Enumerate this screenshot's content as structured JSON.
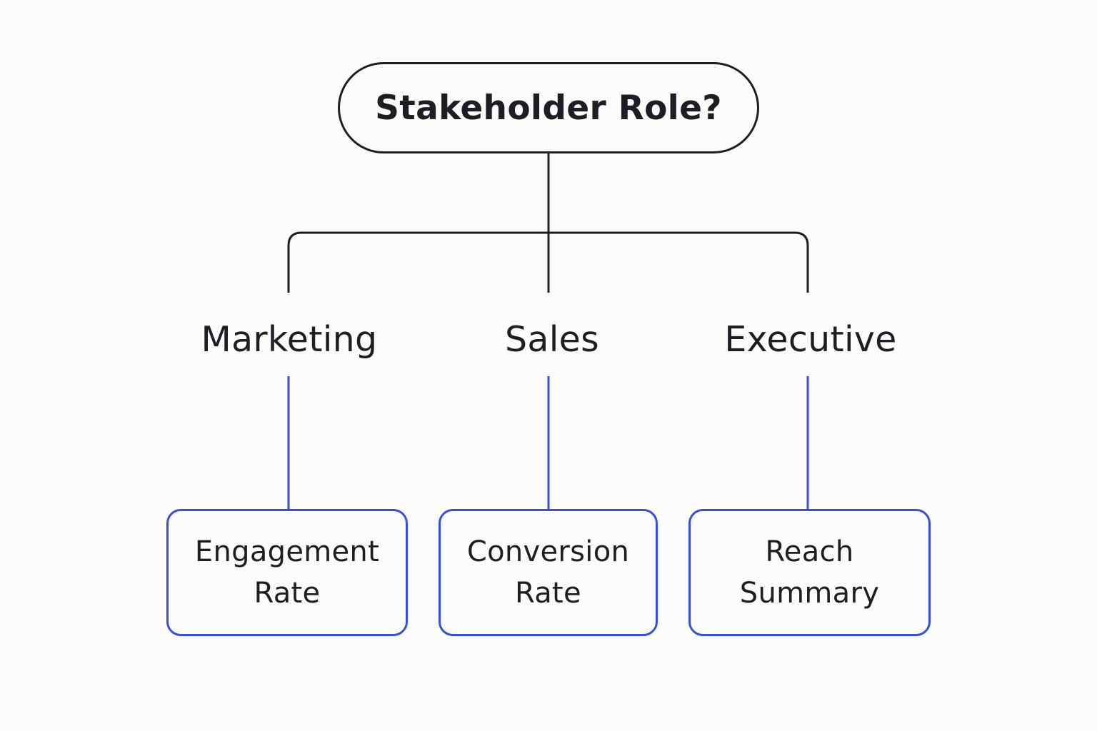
{
  "root": {
    "label": "Stakeholder Role?"
  },
  "roles": [
    {
      "label": "Marketing",
      "metric_lines": [
        "Engagement",
        "Rate"
      ]
    },
    {
      "label": "Sales",
      "metric_lines": [
        "Conversion",
        "Rate"
      ]
    },
    {
      "label": "Executive",
      "metric_lines": [
        "Reach",
        "Summary"
      ]
    }
  ],
  "colors": {
    "background": "#fbfbf9",
    "dark_line": "#1b1e24",
    "accent_blue": "#3a4fd8",
    "text": "#1b1e24"
  }
}
